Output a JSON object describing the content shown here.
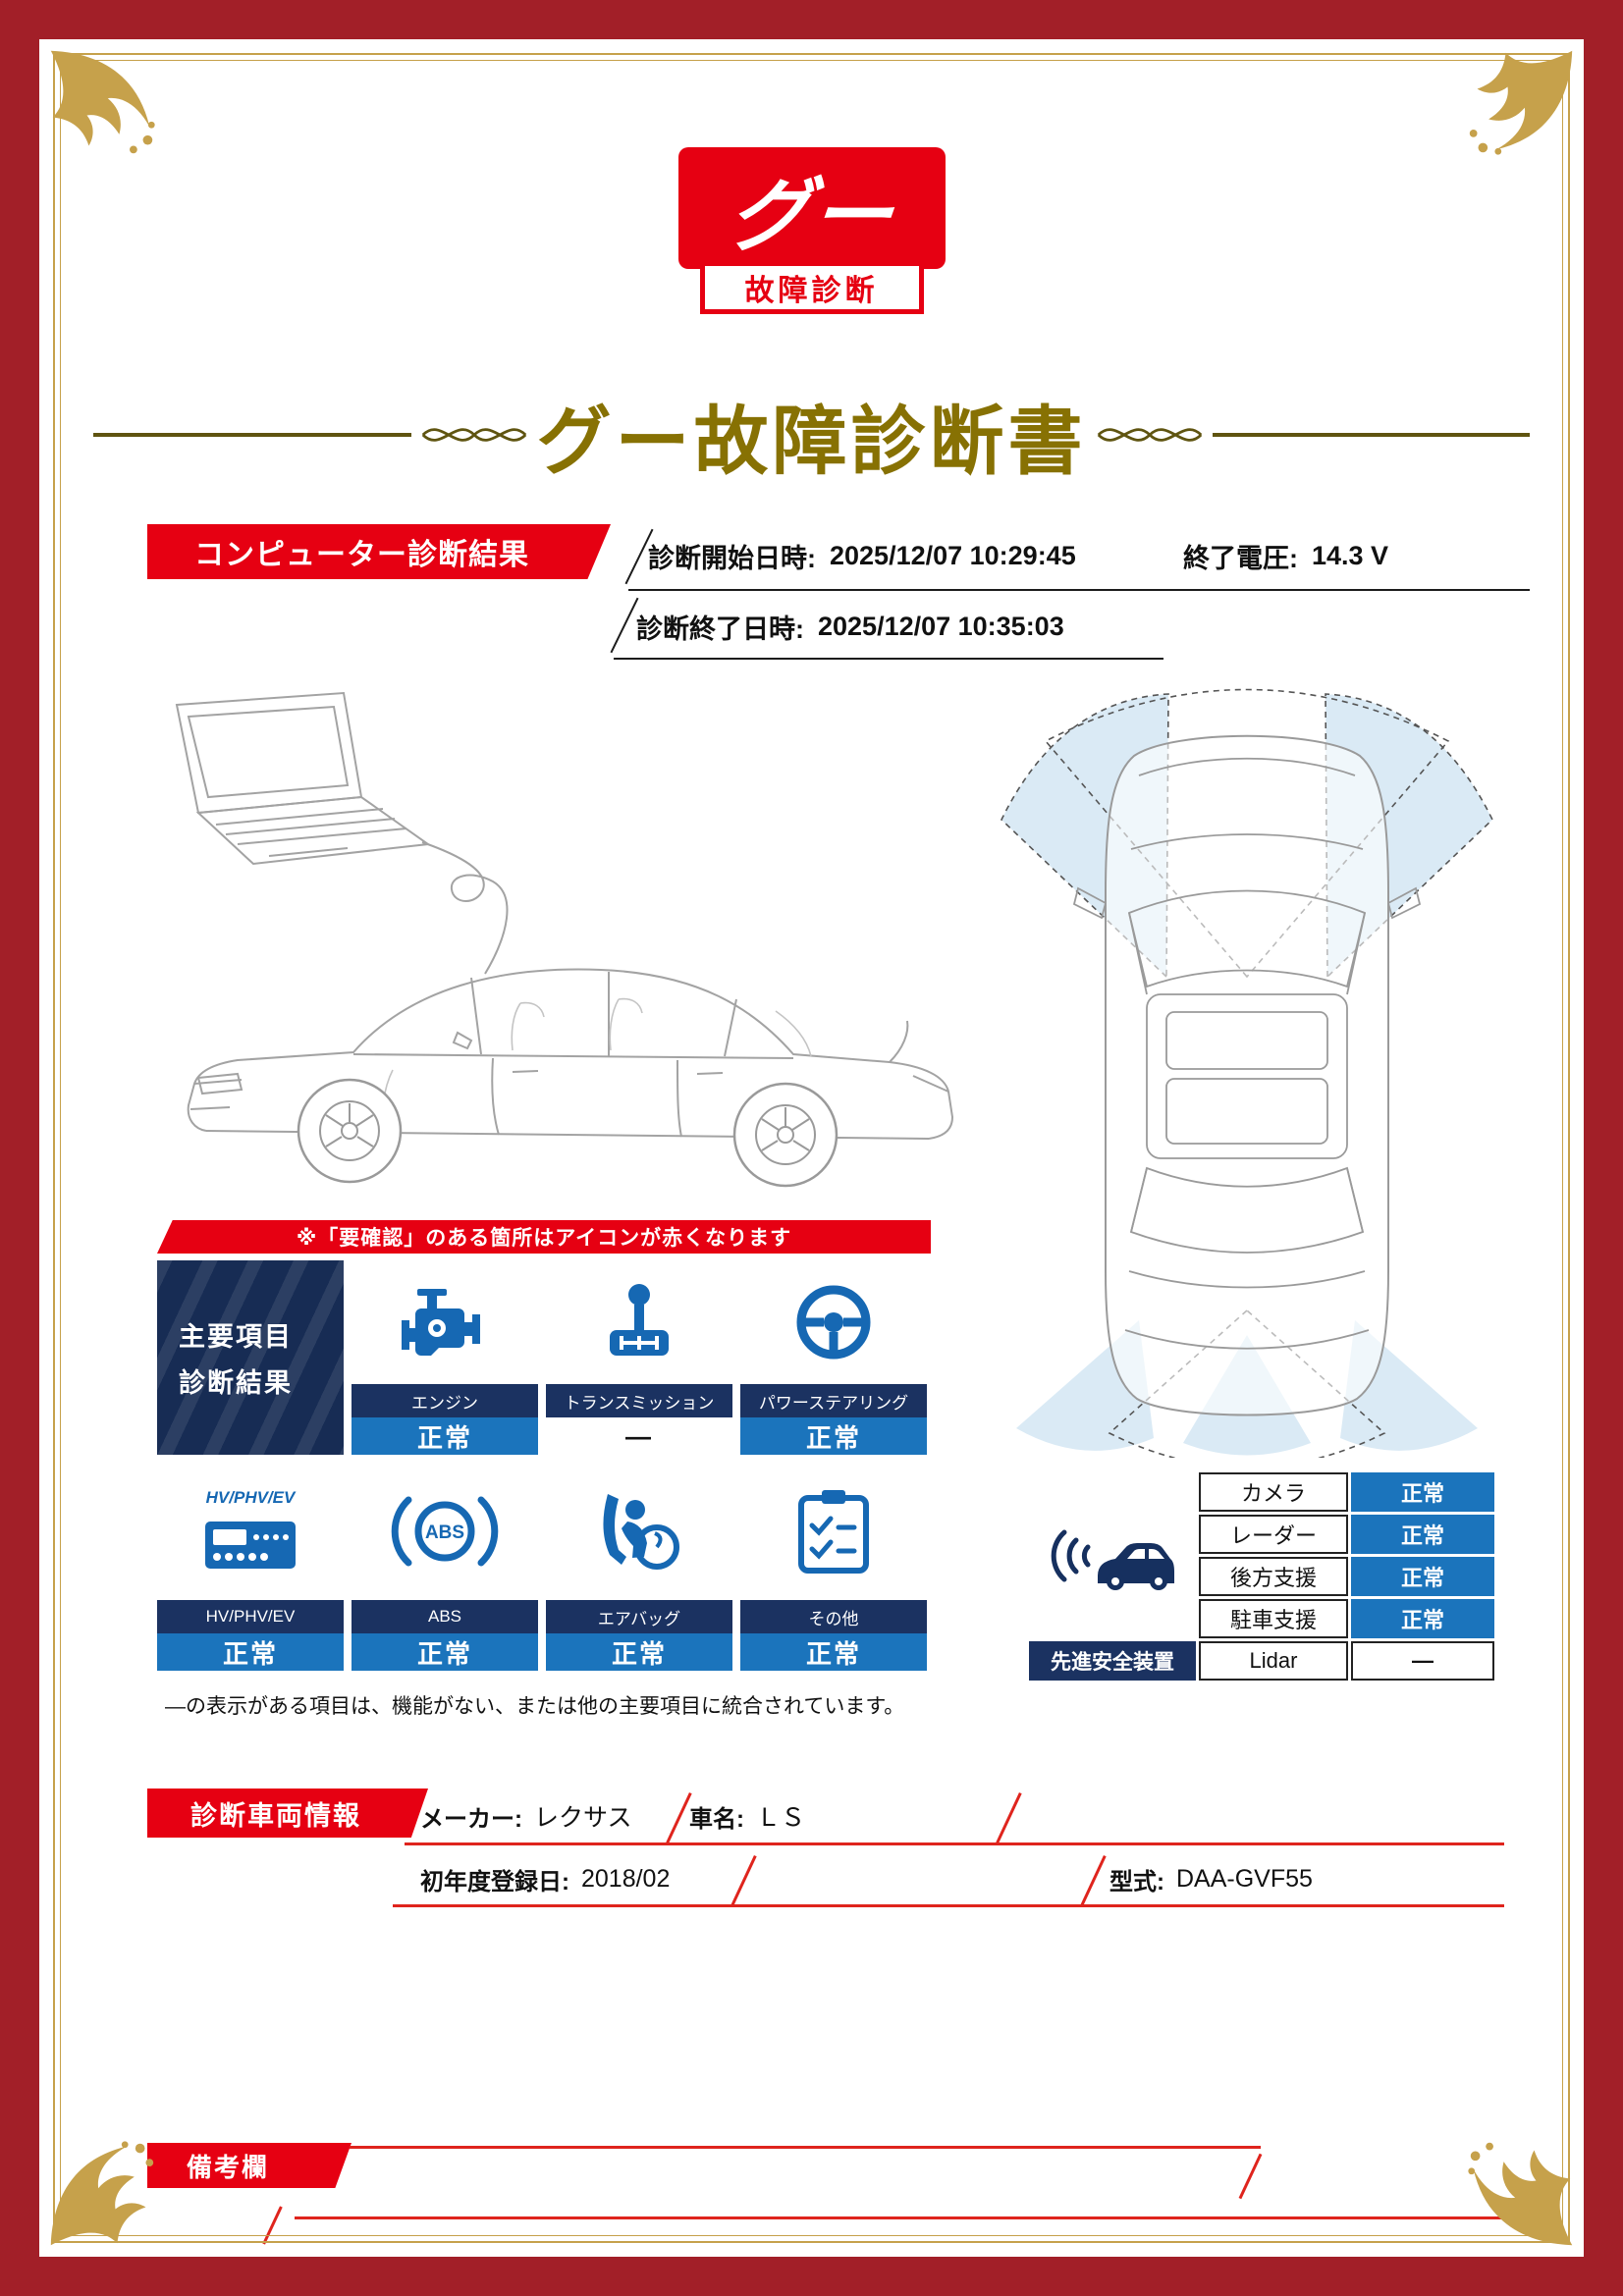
{
  "colors": {
    "frame_red": "#a21f28",
    "accent_red": "#e60012",
    "gold": "#c6a14b",
    "title_gold": "#877103",
    "navy": "#1b3261",
    "status_blue": "#1b74bc",
    "icon_blue": "#1668b3"
  },
  "icons": {
    "logo": "goo-logo",
    "corner": "corner-ornament-icon",
    "swirl": "swirl-ornament-icon",
    "left_illustration": "laptop-connected-car-illustration",
    "right_illustration": "car-top-view-sensors-illustration",
    "engine": "engine-icon",
    "transmission": "gear-shifter-icon",
    "steering": "steering-wheel-icon",
    "hv": "hv-battery-unit-icon",
    "abs": "abs-icon",
    "airbag": "airbag-seat-icon",
    "other": "checklist-icon",
    "safety": "car-sensor-waves-icon"
  },
  "logo": {
    "top": "グー",
    "bottom": "故障診断"
  },
  "title": "グー故障診断書",
  "diagnosis": {
    "section_title": "コンピューター診断結果",
    "rows": [
      {
        "label": "診断開始日時:",
        "value": "2025/12/07 10:29:45"
      },
      {
        "label": "診断終了日時:",
        "value": "2025/12/07 10:35:03"
      }
    ],
    "voltage_label": "終了電圧:",
    "voltage_value": "14.3 V"
  },
  "notice": "※「要確認」のある箇所はアイコンが赤くなります",
  "main_results": {
    "header_line1": "主要項目",
    "header_line2": "診断結果",
    "items": [
      {
        "label": "エンジン",
        "status": "正常"
      },
      {
        "label": "トランスミッション",
        "status": "—"
      },
      {
        "label": "パワーステアリング",
        "status": "正常"
      },
      {
        "label": "HV/PHV/EV",
        "status": "正常",
        "icon_text": "HV/PHV/EV"
      },
      {
        "label": "ABS",
        "status": "正常",
        "icon_text": "ABS"
      },
      {
        "label": "エアバッグ",
        "status": "正常"
      },
      {
        "label": "その他",
        "status": "正常"
      }
    ],
    "dash_note": "—の表示がある項目は、機能がない、または他の主要項目に統合されています。"
  },
  "safety": {
    "label": "先進安全装置",
    "rows": [
      {
        "name": "カメラ",
        "status": "正常"
      },
      {
        "name": "レーダー",
        "status": "正常"
      },
      {
        "name": "後方支援",
        "status": "正常"
      },
      {
        "name": "駐車支援",
        "status": "正常"
      },
      {
        "name": "Lidar",
        "status": "—"
      }
    ]
  },
  "vehicle": {
    "title": "診断車両情報",
    "maker_label": "メーカー:",
    "maker_value": "レクサス",
    "name_label": "車名:",
    "name_value": "ＬＳ",
    "reg_label": "初年度登録日:",
    "reg_value": "2018/02",
    "model_label": "型式:",
    "model_value": "DAA-GVF55"
  },
  "remarks_title": "備考欄"
}
